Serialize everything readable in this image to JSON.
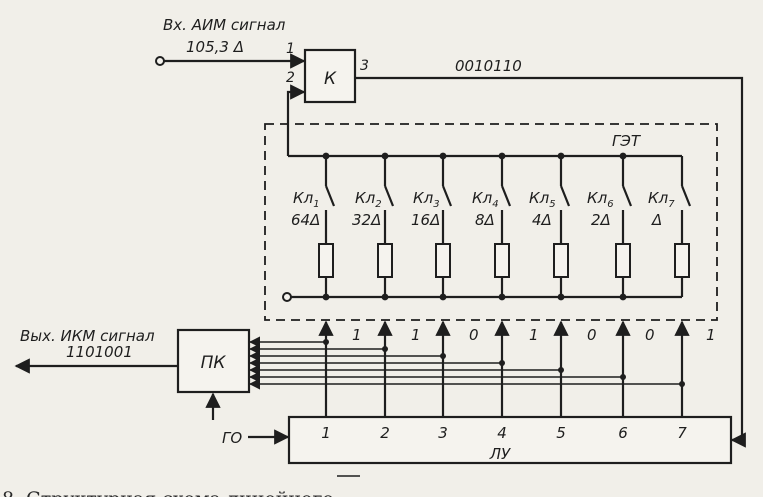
{
  "input": {
    "title": "Вх. АИМ сигнал",
    "value": "105,3 Δ"
  },
  "output": {
    "title": "Вых. ИКМ сигнал",
    "value": "1101001"
  },
  "comparator": {
    "label": "К",
    "pin1": "1",
    "pin2": "2",
    "pin3": "3"
  },
  "code_word": "0010110",
  "get_label": "ГЭТ",
  "keys": [
    {
      "name": "Кл",
      "sub": "1",
      "weight": "64Δ"
    },
    {
      "name": "Кл",
      "sub": "2",
      "weight": "32Δ"
    },
    {
      "name": "Кл",
      "sub": "3",
      "weight": "16Δ"
    },
    {
      "name": "Кл",
      "sub": "4",
      "weight": "8Δ"
    },
    {
      "name": "Кл",
      "sub": "5",
      "weight": "4Δ"
    },
    {
      "name": "Кл",
      "sub": "6",
      "weight": "2Δ"
    },
    {
      "name": "Кл",
      "sub": "7",
      "weight": "Δ"
    }
  ],
  "bits": [
    "1",
    "1",
    "0",
    "1",
    "0",
    "0",
    "1"
  ],
  "lu": {
    "label": "ЛУ",
    "pins": [
      "1",
      "2",
      "3",
      "4",
      "5",
      "6",
      "7"
    ]
  },
  "pk_label": "ПК",
  "go_label": "ГО",
  "caption": "8. Структурная схема линейного"
}
